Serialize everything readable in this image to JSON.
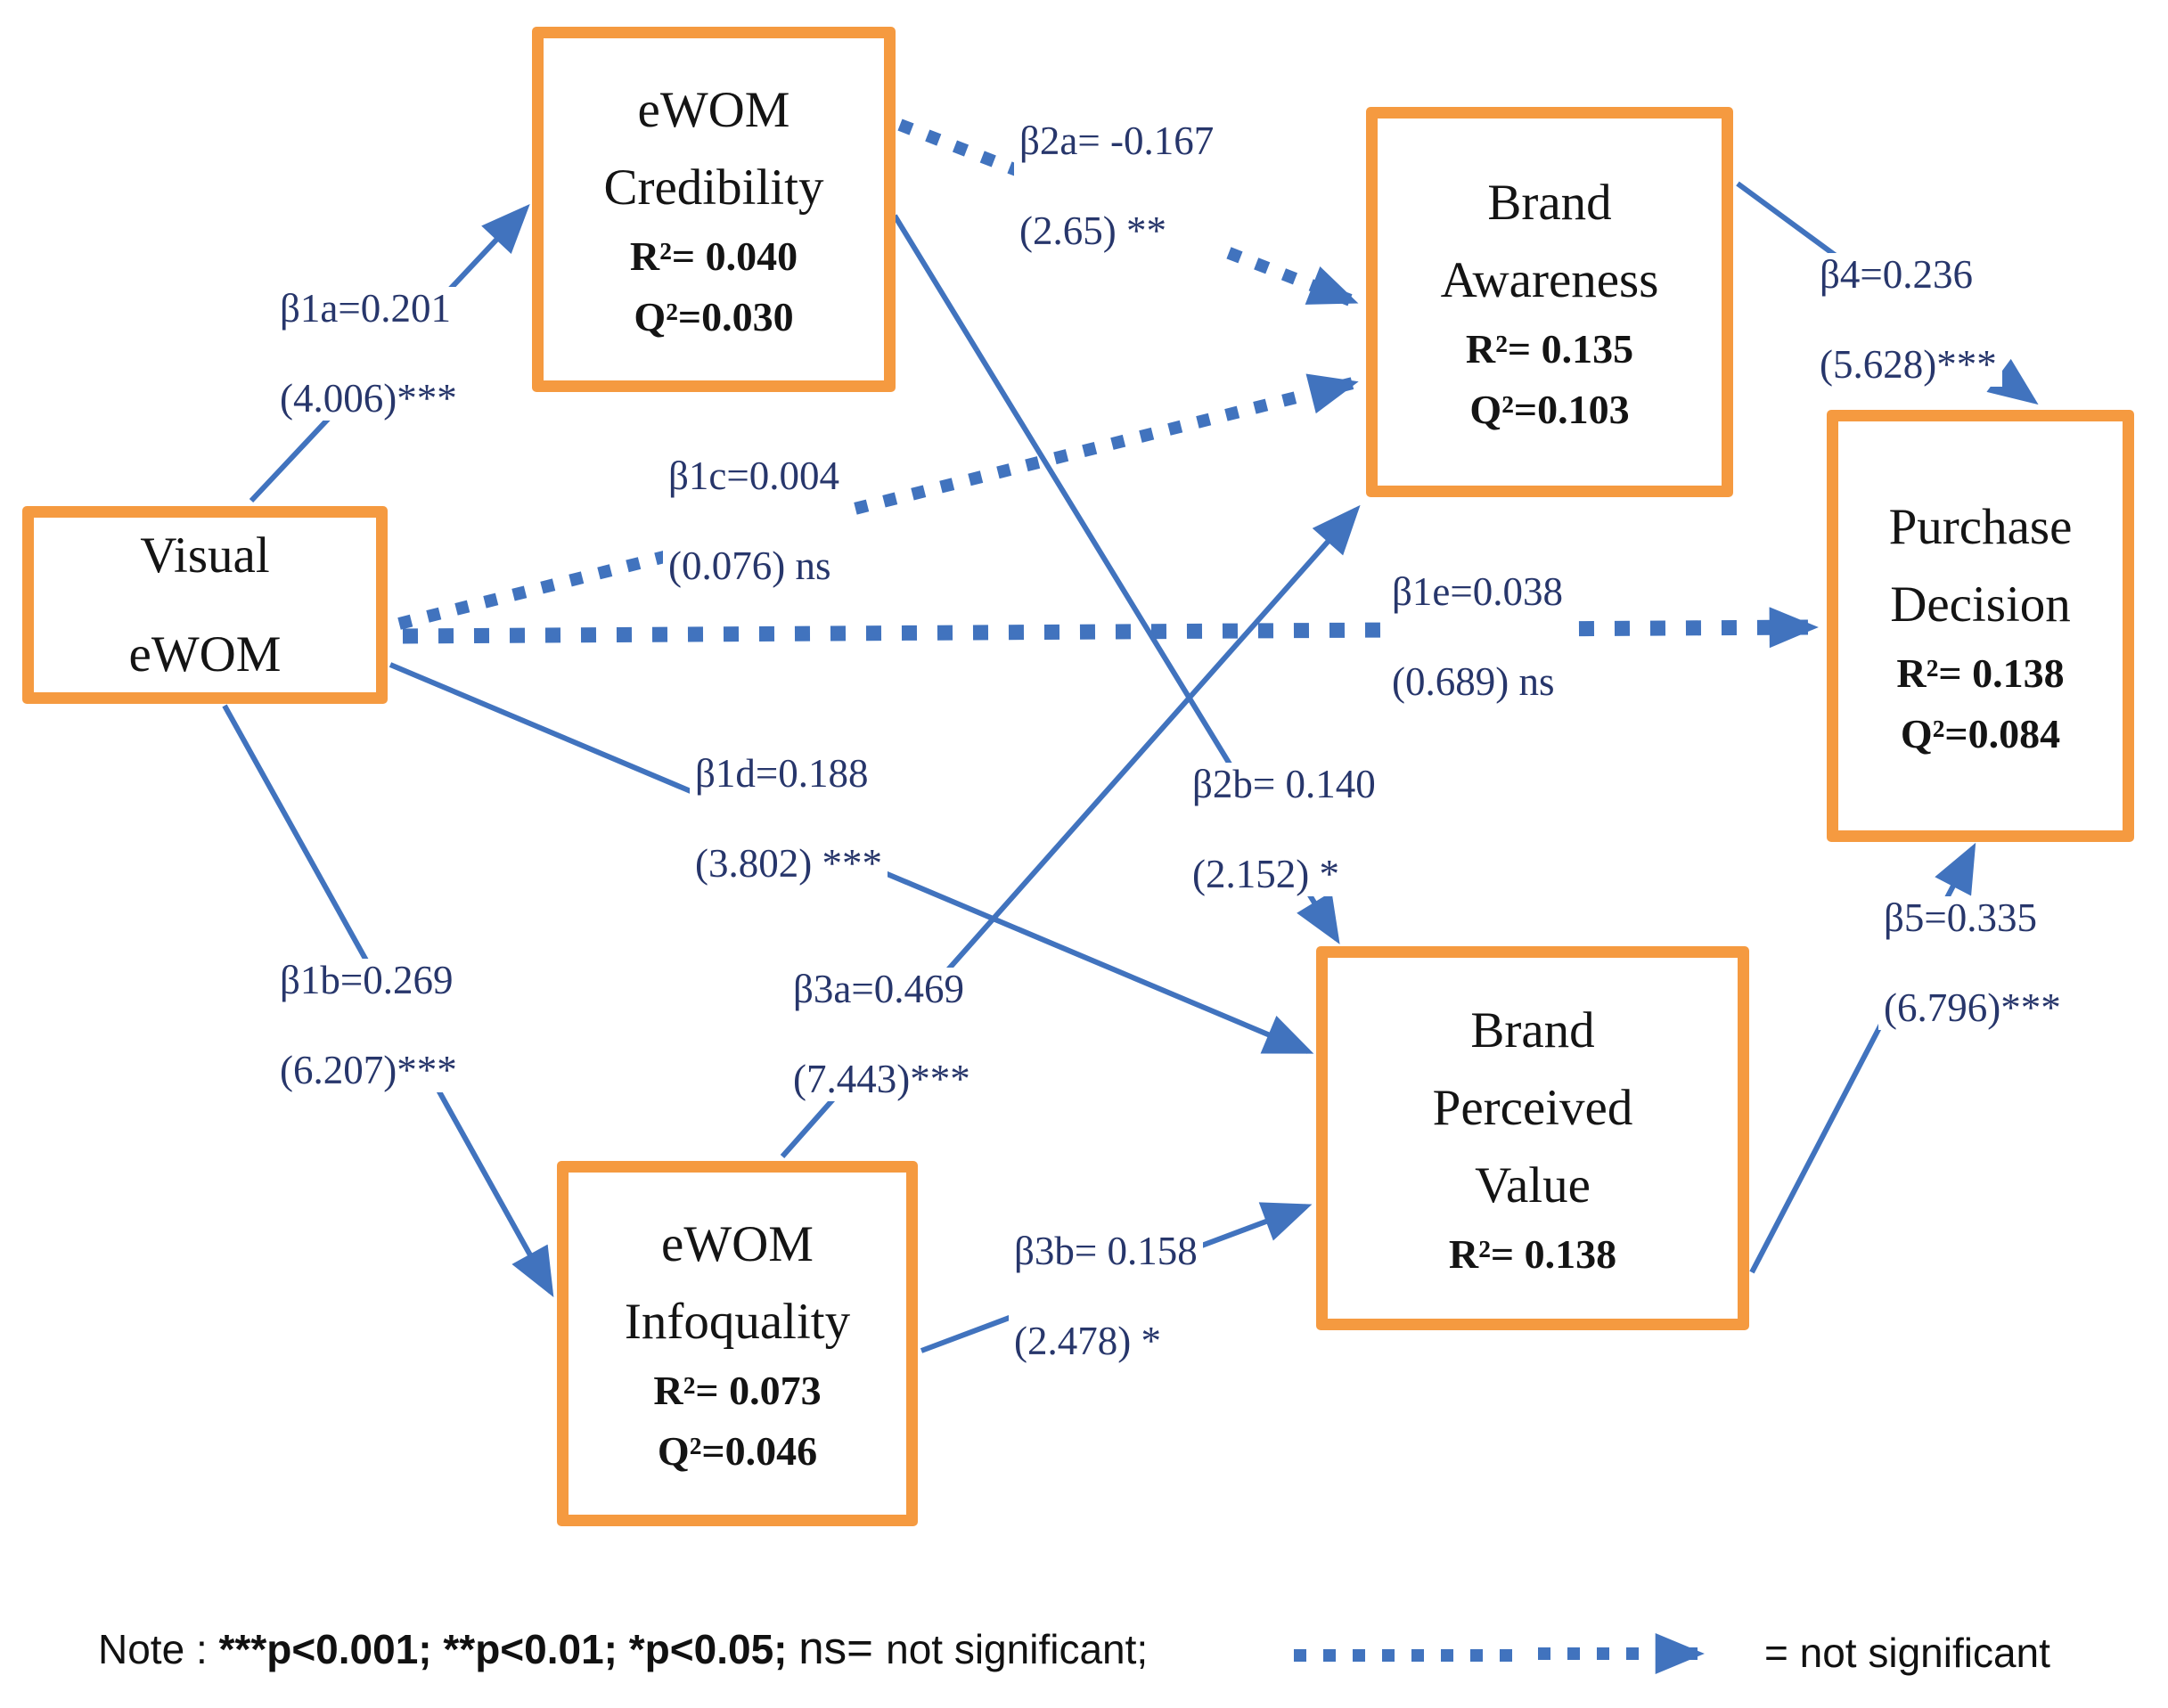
{
  "nodes": {
    "visual_ewom": {
      "line1": "Visual",
      "line2": "eWOM"
    },
    "ewom_credibility": {
      "line1": "eWOM",
      "line2": "Credibility",
      "r2": "R²= 0.040",
      "q2": "Q²=0.030"
    },
    "brand_awareness": {
      "line1": "Brand",
      "line2": "Awareness",
      "r2": "R²= 0.135",
      "q2": "Q²=0.103"
    },
    "purchase_decision": {
      "line1": "Purchase",
      "line2": "Decision",
      "r2": "R²= 0.138",
      "q2": "Q²=0.084"
    },
    "brand_perceived_value": {
      "line1": "Brand",
      "line2": "Perceived",
      "line3": "Value",
      "r2": "R²= 0.138"
    },
    "ewom_infoquality": {
      "line1": "eWOM",
      "line2": "Infoquality",
      "r2": "R²= 0.073",
      "q2": "Q²=0.046"
    }
  },
  "paths": {
    "b1a": {
      "coef": "β1a=0.201",
      "t": "(4.006)***"
    },
    "b1b": {
      "coef": "β1b=0.269",
      "t": "(6.207)***"
    },
    "b1c": {
      "coef": "β1c=0.004",
      "t": "(0.076) ns"
    },
    "b1d": {
      "coef": "β1d=0.188",
      "t": "(3.802) ***"
    },
    "b1e": {
      "coef": "β1e=0.038",
      "t": "(0.689) ns"
    },
    "b2a": {
      "coef": "β2a= -0.167",
      "t": "(2.65) **"
    },
    "b2b": {
      "coef": "β2b= 0.140",
      "t": "(2.152) *"
    },
    "b3a": {
      "coef": "β3a=0.469",
      "t": "(7.443)***"
    },
    "b3b": {
      "coef": "β3b= 0.158",
      "t": "(2.478) *"
    },
    "b4": {
      "coef": "β4=0.236",
      "t": "(5.628)***"
    },
    "b5": {
      "coef": "β5=0.335",
      "t": "(6.796)***"
    }
  },
  "note": {
    "prefix": "Note : ",
    "sig": "***p<0.001; **p<0.01; *p<0.05; ",
    "ns": "ns= ",
    "suffix": "not significant;"
  },
  "legend": {
    "label": "= not significant"
  },
  "colors": {
    "box_border": "#F59A40",
    "arrow": "#4173BE"
  }
}
